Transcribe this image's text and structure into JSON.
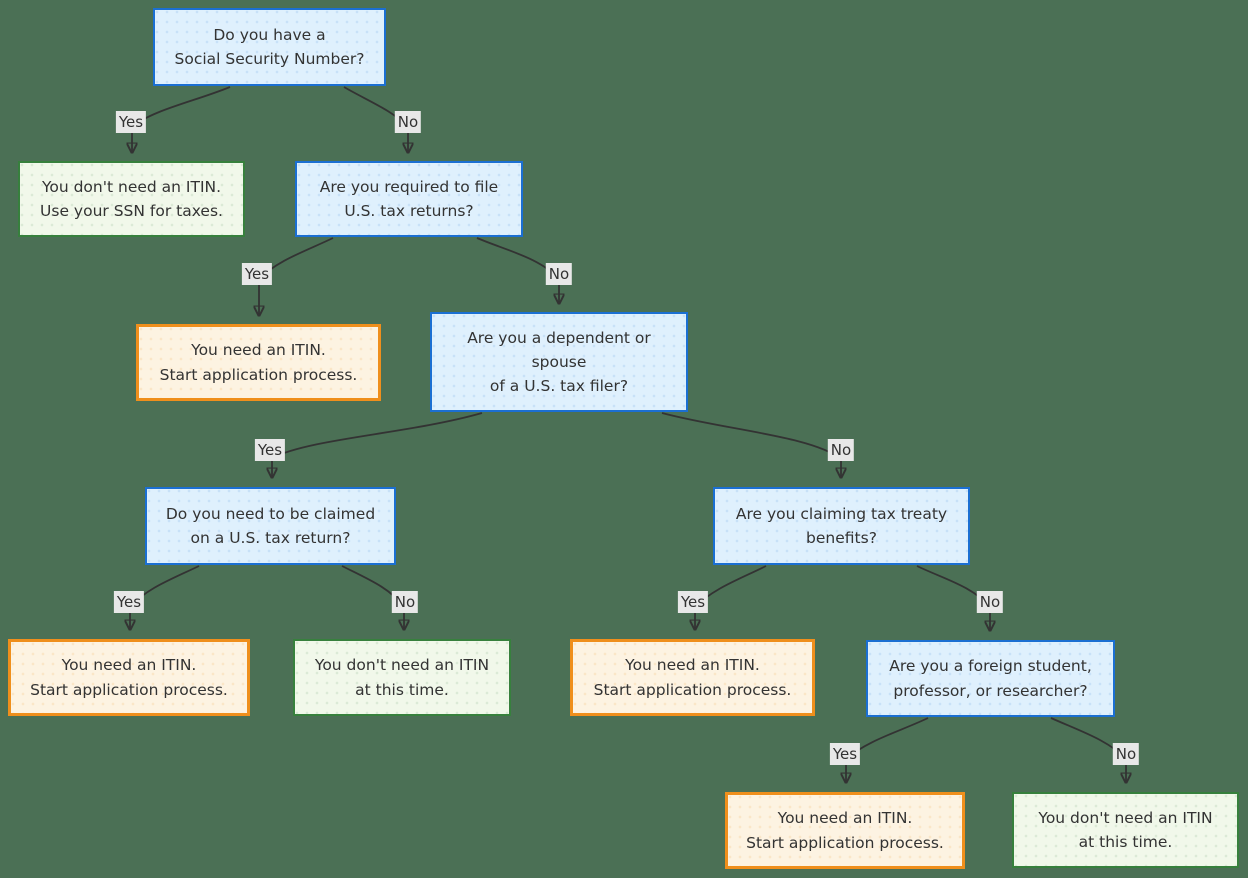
{
  "nodes": {
    "q_ssn": {
      "text": "Do you have a\nSocial Security Number?",
      "type": "question"
    },
    "r_use_ssn": {
      "text": "You don't need an ITIN.\nUse your SSN for taxes.",
      "type": "no-itin"
    },
    "q_file": {
      "text": "Are you required to file\nU.S. tax returns?",
      "type": "question"
    },
    "r_need_1": {
      "text": "You need an ITIN.\nStart application process.",
      "type": "need-itin"
    },
    "q_dependent": {
      "text": "Are you a dependent or\nspouse\nof a U.S. tax filer?",
      "type": "question"
    },
    "q_claimed": {
      "text": "Do you need to be claimed\non a U.S. tax return?",
      "type": "question"
    },
    "q_treaty": {
      "text": "Are you claiming tax treaty\nbenefits?",
      "type": "question"
    },
    "r_need_2": {
      "text": "You need an ITIN.\nStart application process.",
      "type": "need-itin"
    },
    "r_not_now_1": {
      "text": "You don't need an ITIN\nat this time.",
      "type": "no-itin"
    },
    "r_need_3": {
      "text": "You need an ITIN.\nStart application process.",
      "type": "need-itin"
    },
    "q_student": {
      "text": "Are you a foreign student,\nprofessor, or researcher?",
      "type": "question"
    },
    "r_need_4": {
      "text": "You need an ITIN.\nStart application process.",
      "type": "need-itin"
    },
    "r_not_now_2": {
      "text": "You don't need an ITIN\nat this time.",
      "type": "no-itin"
    }
  },
  "edges": [
    {
      "from": "q_ssn",
      "to": "r_use_ssn",
      "label": "Yes"
    },
    {
      "from": "q_ssn",
      "to": "q_file",
      "label": "No"
    },
    {
      "from": "q_file",
      "to": "r_need_1",
      "label": "Yes"
    },
    {
      "from": "q_file",
      "to": "q_dependent",
      "label": "No"
    },
    {
      "from": "q_dependent",
      "to": "q_claimed",
      "label": "Yes"
    },
    {
      "from": "q_dependent",
      "to": "q_treaty",
      "label": "No"
    },
    {
      "from": "q_claimed",
      "to": "r_need_2",
      "label": "Yes"
    },
    {
      "from": "q_claimed",
      "to": "r_not_now_1",
      "label": "No"
    },
    {
      "from": "q_treaty",
      "to": "r_need_3",
      "label": "Yes"
    },
    {
      "from": "q_treaty",
      "to": "q_student",
      "label": "No"
    },
    {
      "from": "q_student",
      "to": "r_need_4",
      "label": "Yes"
    },
    {
      "from": "q_student",
      "to": "r_not_now_2",
      "label": "No"
    }
  ],
  "colors": {
    "background": "#4b7055",
    "question_fill": "#dff0fd",
    "question_border": "#1b6fd2",
    "need_itin_fill": "#fdf3e2",
    "need_itin_border": "#ef8f1c",
    "no_itin_fill": "#f1f8ea",
    "no_itin_border": "#37803d",
    "edge_line": "#333333",
    "edge_label_bg": "#e8e8e8",
    "text": "#333333"
  }
}
